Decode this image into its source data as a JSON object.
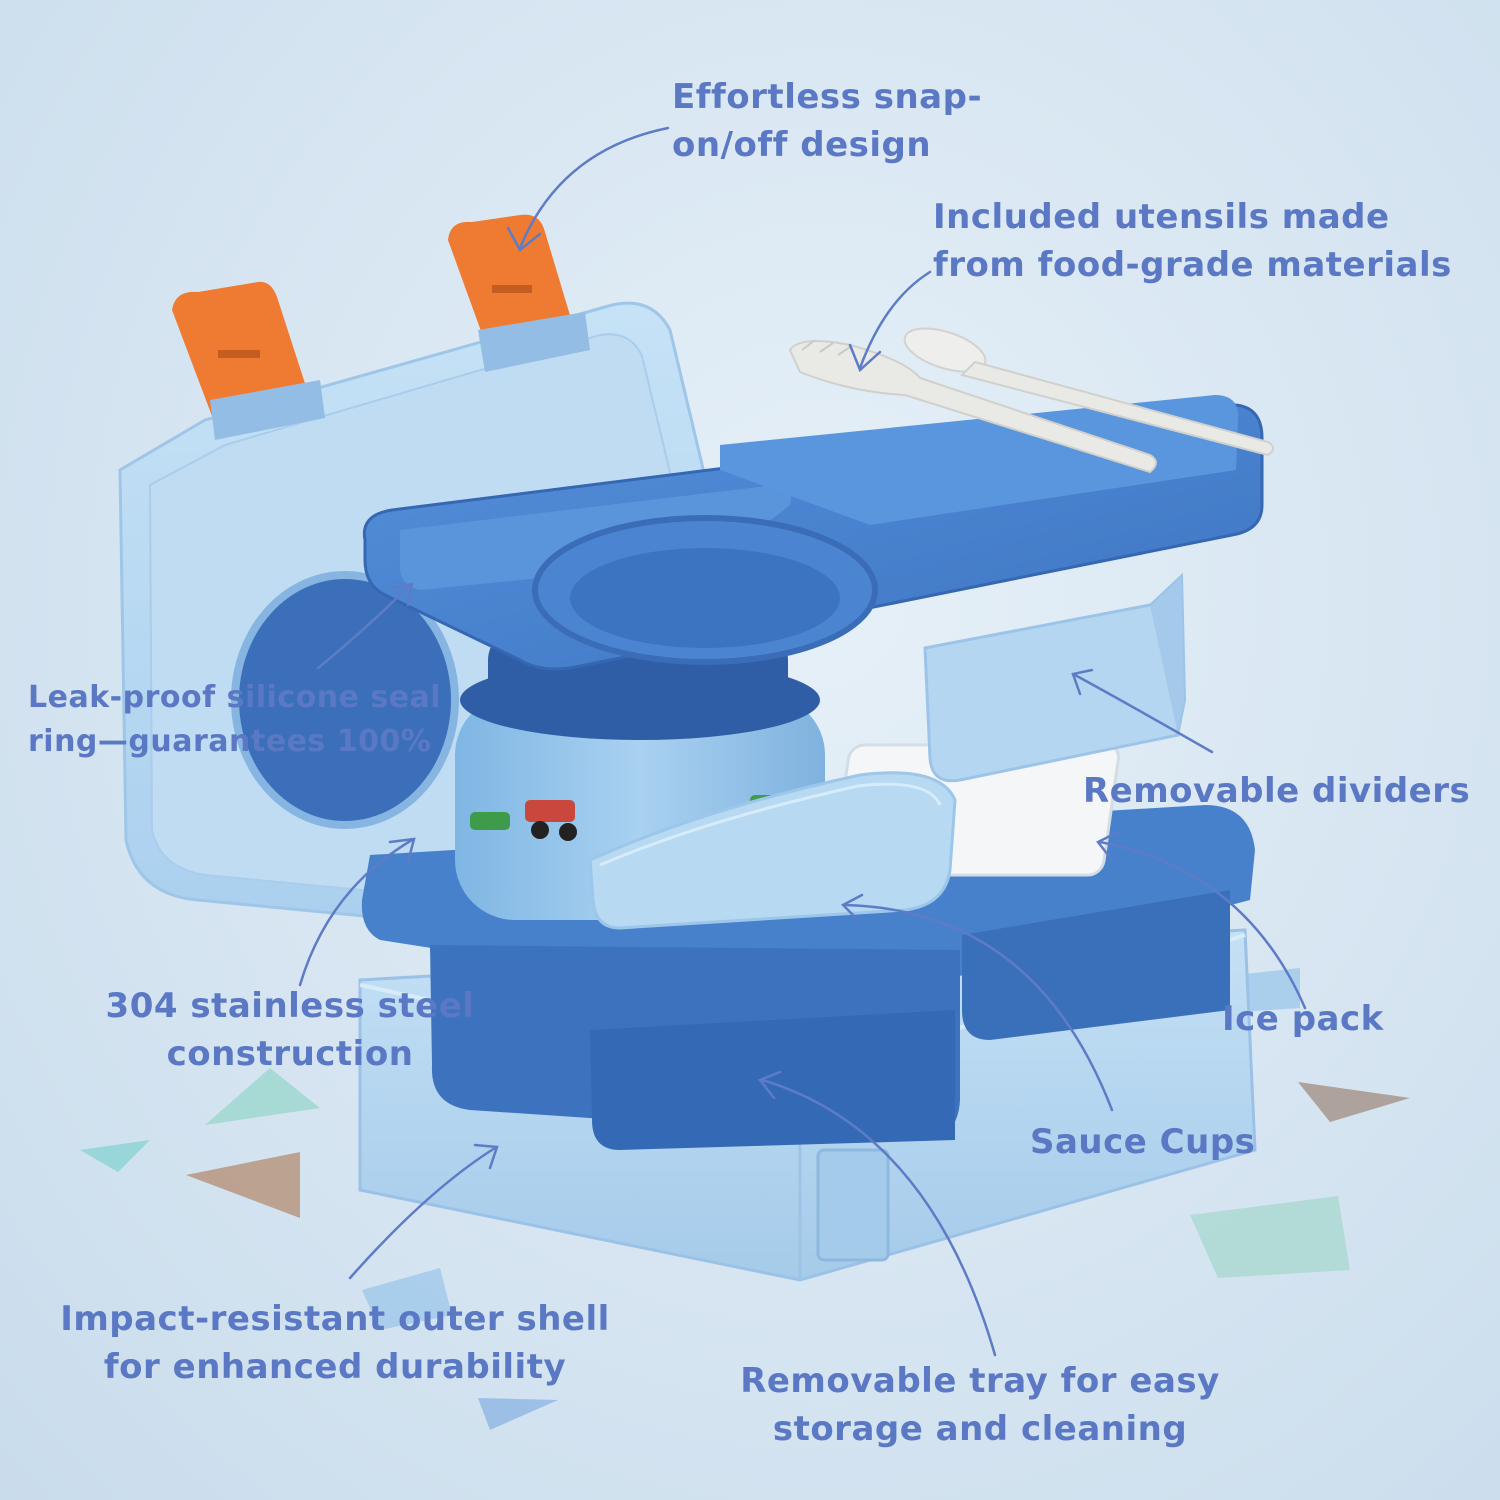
{
  "colors": {
    "label": "#5a78c3",
    "arrow": "#5e7cc6",
    "lid_light": "#b9daf2",
    "tray_blue": "#3f77c4",
    "top_blue": "#4a86d2",
    "latch_orange": "#ef7b33",
    "utensil": "#e9e9e6",
    "ice_pack": "#f4f6f8"
  },
  "icons": [
    "arrow-icon",
    "lunch-box-illustration",
    "confetti-shape"
  ],
  "labels": {
    "snap_design": [
      "Effortless snap-",
      "on/off design"
    ],
    "utensils": [
      "Included utensils made",
      "from food-grade materials"
    ],
    "seal_ring": [
      "Leak-proof silicone seal",
      "ring—guarantees 100%"
    ],
    "dividers": [
      "Removable dividers"
    ],
    "stainless_steel": [
      "304 stainless steel",
      "construction"
    ],
    "ice_pack": [
      "Ice pack"
    ],
    "sauce_cups": [
      "Sauce Cups"
    ],
    "outer_shell": [
      "Impact-resistant outer shell",
      "for enhanced durability"
    ],
    "removable_tray": [
      "Removable tray for easy",
      "storage and cleaning"
    ]
  }
}
